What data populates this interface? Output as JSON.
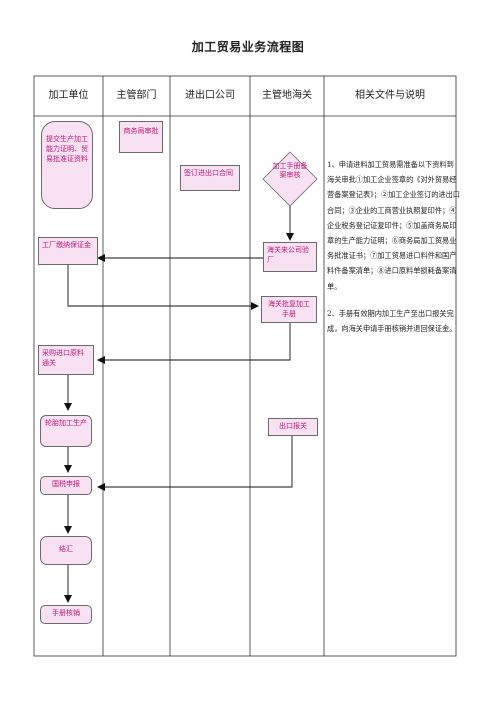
{
  "title": "加工贸易业务流程图",
  "columns": [
    "加工单位",
    "主管部门",
    "进出口公司",
    "主管地海关",
    "相关文件与说明"
  ],
  "nodes": {
    "submit": "提交生产加工能力证明、贸易批准证资料",
    "commerce_review": "商务局审批",
    "sign_contract": "签订进出口合同",
    "customs_review": "加工手册备案审核",
    "factory_deposit": "工厂缴纳保证金",
    "customs_visit": "海关来公司验厂",
    "customs_approve": "海关批复加工手册",
    "purchase_import": "采购进口原料通关",
    "process_production": "轮胎加工生产",
    "export_declare": "出口报关",
    "tax_refund": "国税申报",
    "settlement": "结汇",
    "manual_cancel": "手册核销"
  },
  "notes": [
    "1、申请进料加工贸易需准备以下资料到海关审批①加工企业签章的《对外贸易经营备案登记表》；②加工企业签订的进出口合同；③企业的工商营业执照复印件；④企业税务登记证复印件；⑤加盖商务局印章的生产能力证明；⑥商务局加工贸易业务批准证书；⑦加工贸易进口料件和国产料件备案清单；⑧进口原料单损耗备案清单。",
    "2、手册有效期内加工生产至出口报关完成，向海关申请手册核销并退回保证金。"
  ]
}
